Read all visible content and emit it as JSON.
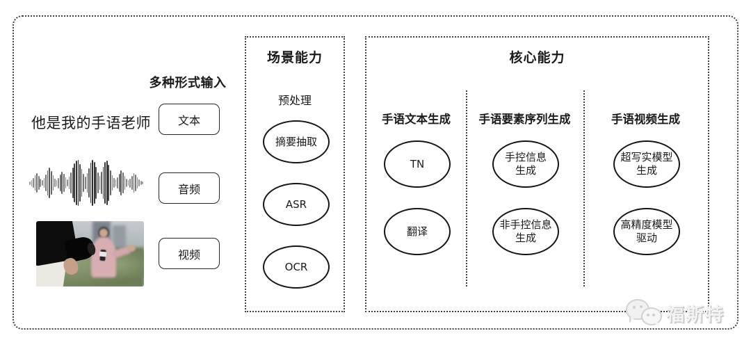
{
  "input": {
    "title": "多种形式输入",
    "sentence": "他是我的手语老师",
    "text_label": "文本",
    "audio_label": "音频",
    "video_label": "视频",
    "waveform": [
      5,
      9,
      14,
      22,
      28,
      20,
      12,
      8,
      14,
      24,
      36,
      44,
      34,
      22,
      12,
      9,
      15,
      24,
      32,
      26,
      16,
      10,
      18,
      30,
      44,
      56,
      64,
      66,
      54,
      40,
      26,
      18,
      28,
      42,
      58,
      66,
      60,
      46,
      30,
      20,
      32,
      46,
      60,
      64,
      52,
      36,
      22,
      14,
      10,
      16,
      26,
      36,
      30,
      20,
      12,
      8,
      13,
      20,
      28,
      24,
      16,
      10,
      6,
      4
    ]
  },
  "scene": {
    "title": "场景能力",
    "subtitle": "预处理",
    "ovals": [
      "摘要抽取",
      "ASR",
      "OCR"
    ]
  },
  "core": {
    "title": "核心能力",
    "columns": [
      {
        "header": "手语文本生成",
        "ovals": [
          "TN",
          "翻译"
        ]
      },
      {
        "header": "手语要素序列生成",
        "ovals": [
          "手控信息\n生成",
          "非手控信息\n生成"
        ]
      },
      {
        "header": "手语视频生成",
        "ovals": [
          "超写实模型\n生成",
          "高精度模型\n驱动"
        ]
      }
    ]
  },
  "watermark": {
    "text": "福斯特",
    "icon": "wechat-icon"
  },
  "colors": {
    "ink": "#1a1a1a",
    "dots": "#3f3f3f",
    "watermark_gray": "#d2d2d2"
  }
}
